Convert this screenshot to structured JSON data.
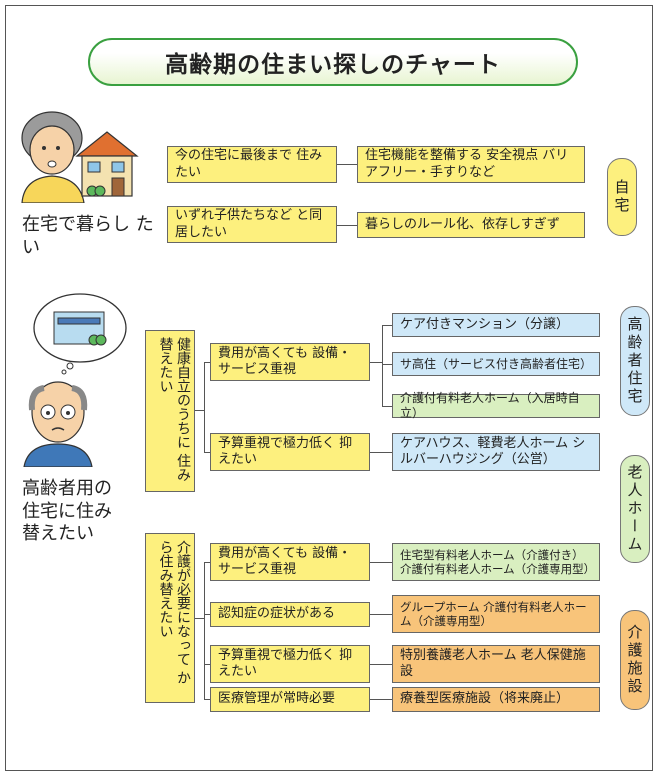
{
  "title": "高齢期の住まい探しのチャート",
  "home_section": {
    "label": "在宅で暮らし たい",
    "options": [
      {
        "need": "今の住宅に最後まで 住みたい",
        "solution": "住宅機能を整備する 安全視点 バリアフリー・手すりなど"
      },
      {
        "need": "いずれ子供たちなど と同居したい",
        "solution": "暮らしのルール化、依存しすぎず"
      }
    ],
    "category": "自宅"
  },
  "move_section": {
    "label": "高齢者用の 住宅に住み 替えたい",
    "independent": {
      "label": "健康自立のうちに 住み替えたい",
      "branches": [
        {
          "need": "費用が高くても 設備・サービス重視",
          "solutions": [
            "ケア付きマンション（分譲）",
            "サ高住（サービス付き高齢者住宅）",
            "介護付有料老人ホーム（入居時自立）"
          ]
        },
        {
          "need": "予算重視で極力低く 抑えたい",
          "solutions": [
            "ケアハウス、軽費老人ホーム シルバーハウジング（公営）"
          ]
        }
      ]
    },
    "care": {
      "label": "介護が必要になって から住み替えたい",
      "branches": [
        {
          "need": "費用が高くても 設備・サービス重視",
          "solution": "住宅型有料老人ホーム（介護付き） 介護付有料老人ホーム（介護専用型）"
        },
        {
          "need": "認知症の症状がある",
          "solution": "グループホーム 介護付有料老人ホーム（介護専用型）"
        },
        {
          "need": "予算重視で極力低く 抑えたい",
          "solution": "特別養護老人ホーム 老人保健施設"
        },
        {
          "need": "医療管理が常時必要",
          "solution": "療養型医療施設（将来廃止）"
        }
      ]
    },
    "categories": [
      "高齢者住宅",
      "老人ホーム",
      "介護施設"
    ]
  },
  "colors": {
    "yellow": "#fdf07e",
    "blue": "#cfe8f8",
    "green": "#d9efc0",
    "orange": "#f8c47a",
    "title_border": "#3aa040"
  }
}
